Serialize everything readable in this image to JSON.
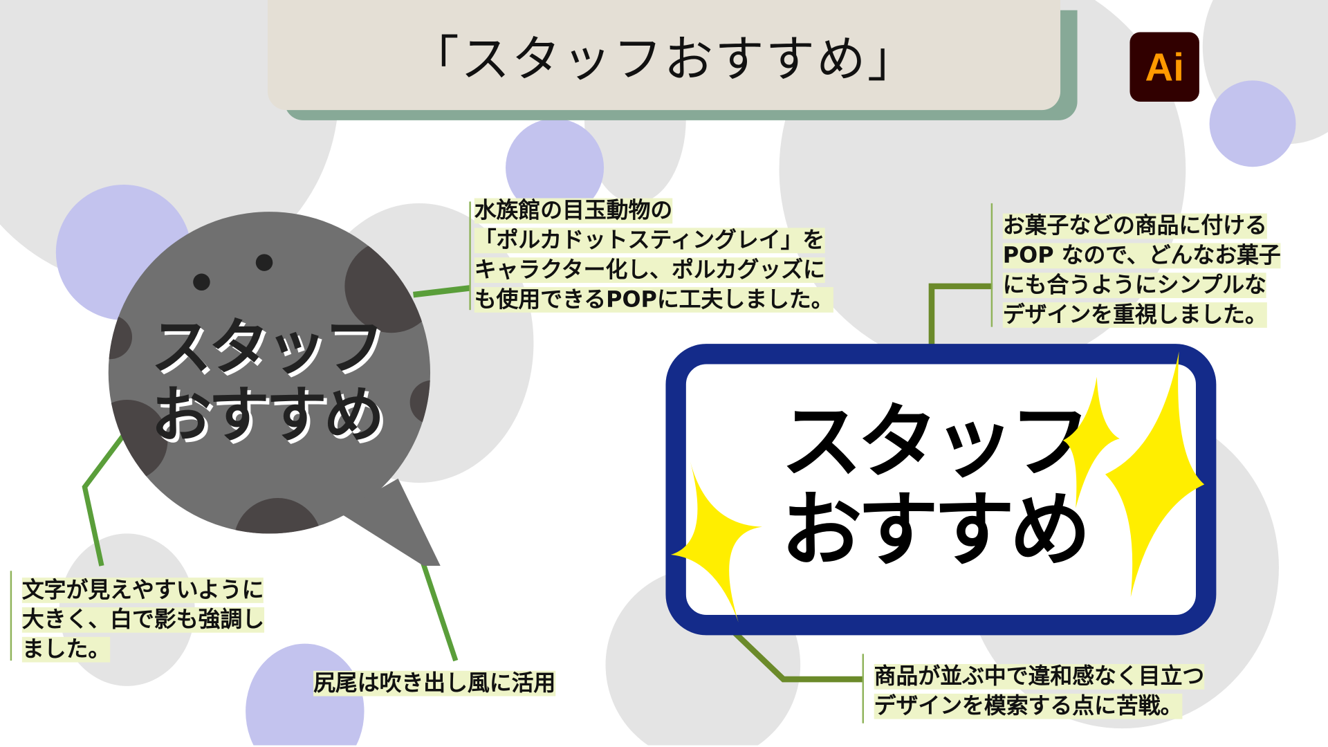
{
  "title": "「スタッフおすすめ」",
  "app_logo": "Ai",
  "left_pop": {
    "line1": "スタッフ",
    "line2": "おすすめ"
  },
  "right_pop": {
    "line1": "スタッフ",
    "line2": "おすすめ"
  },
  "notes": {
    "character": [
      "水族館の目玉動物の",
      "「ポルカドットスティングレイ」を",
      "キャラクター化し、ポルカグッズに",
      "も使用できるPOPに工夫しました。"
    ],
    "text_size": [
      "文字が見えやすいように",
      "大きく、白で影も強調し",
      "ました。"
    ],
    "tail": [
      "尻尾は吹き出し風に活用"
    ],
    "simple": [
      "お菓子などの商品に付ける",
      "POP  なので、どんなお菓子",
      "にも合うようにシンプルな",
      "デザインを重視しました。"
    ],
    "stand_out": [
      "商品が並ぶ中で違和感なく目立つ",
      "デザインを模索する点に苦戦。"
    ]
  },
  "colors": {
    "frame_blue": "#142b8a",
    "sparkle": "#ffee00",
    "bubble": "#707070",
    "line_green": "#5a9e3a",
    "line_olive": "#6b8a2a"
  }
}
